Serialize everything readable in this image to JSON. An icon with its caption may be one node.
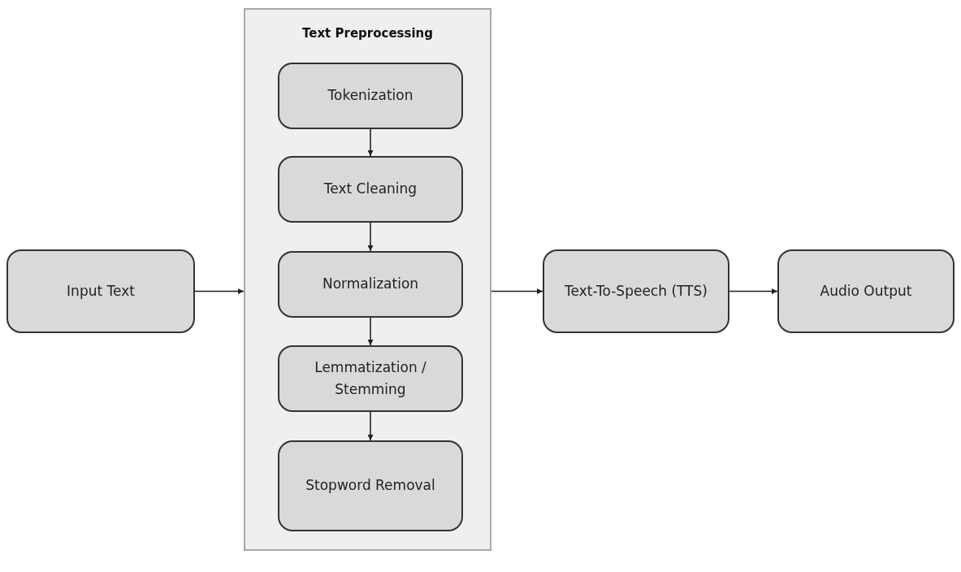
{
  "diagram": {
    "nodes": [
      {
        "text": [
          "Input Text"
        ]
      },
      {
        "text": [
          "Text Preprocessing"
        ]
      },
      {
        "text": [
          "Tokenization"
        ],
        "in": 1
      },
      {
        "text": [
          "Text Cleaning"
        ],
        "in": 1
      },
      {
        "text": [
          "Normalization"
        ],
        "in": 1
      },
      {
        "text": [
          "Lemmatization / Stemming"
        ],
        "in": 1
      },
      {
        "text": [
          "Stopword Removal"
        ],
        "in": 1
      },
      {
        "text": [
          "Text-To-Speech (TTS)"
        ]
      },
      {
        "text": [
          "Audio Output"
        ]
      }
    ],
    "edges": [
      {
        "from": 0,
        "to": 1,
        "arrow": "to"
      },
      {
        "from": 2,
        "to": 3,
        "arrow": "to"
      },
      {
        "from": 3,
        "to": 4,
        "arrow": "to"
      },
      {
        "from": 4,
        "to": 5,
        "arrow": "to"
      },
      {
        "from": 5,
        "to": 6,
        "arrow": "to"
      },
      {
        "from": 1,
        "to": 7,
        "arrow": "to"
      },
      {
        "from": 7,
        "to": 8,
        "arrow": "to"
      }
    ]
  }
}
